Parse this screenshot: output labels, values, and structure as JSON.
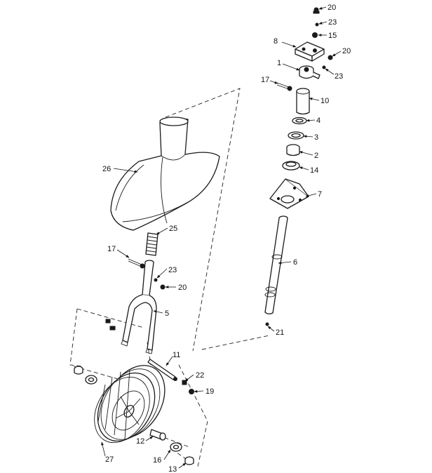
{
  "callouts": {
    "c1": "1",
    "c2": "2",
    "c3": "3",
    "c4": "4",
    "c5": "5",
    "c6": "6",
    "c7": "7",
    "c8": "8",
    "c10": "10",
    "c11": "11",
    "c12": "12",
    "c13": "13",
    "c14": "14",
    "c15": "15",
    "c16": "16",
    "c17a": "17",
    "c17b": "17",
    "c19": "19",
    "c20a": "20",
    "c20b": "20",
    "c20c": "20",
    "c21": "21",
    "c22": "22",
    "c23a": "23",
    "c23b": "23",
    "c23c": "23",
    "c25": "25",
    "c26": "26",
    "c27": "27"
  }
}
